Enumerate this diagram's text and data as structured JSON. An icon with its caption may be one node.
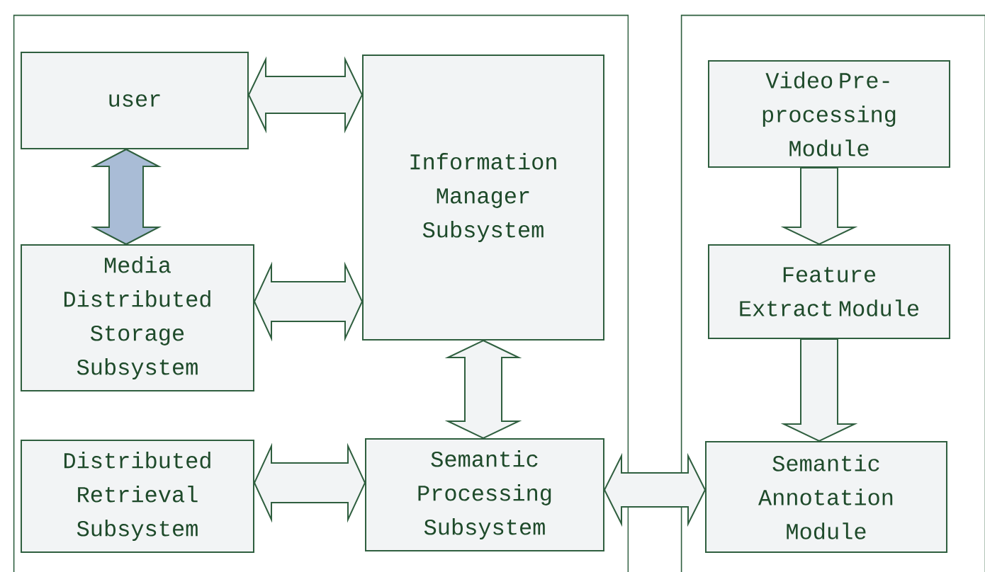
{
  "diagram": {
    "nodes": [
      {
        "text": [],
        "shape": "box"
      },
      {
        "text": [],
        "shape": "box"
      },
      {
        "text": [
          "user"
        ],
        "in": 0
      },
      {
        "text": [
          "Information Manager Subsystem"
        ],
        "in": 0
      },
      {
        "text": [
          "Media Distributed Storage Subsystem"
        ],
        "in": 0
      },
      {
        "text": [
          "Distributed Retrieval Subsystem"
        ],
        "in": 0
      },
      {
        "text": [
          "Semantic Processing Subsystem"
        ],
        "in": 0
      },
      {
        "text": [
          "Video Pre-processing Module"
        ],
        "in": 1
      },
      {
        "text": [
          "Feature Extract Module"
        ],
        "in": 1
      },
      {
        "text": [
          "Semantic Annotation Module"
        ],
        "in": 1
      }
    ],
    "edges": [
      {
        "from": 2,
        "to": 3,
        "arrow": "both"
      },
      {
        "from": 2,
        "to": 4,
        "arrow": "both",
        "color": "#a9bcd6"
      },
      {
        "from": 4,
        "to": 3,
        "arrow": "both"
      },
      {
        "from": 3,
        "to": 6,
        "arrow": "both"
      },
      {
        "from": 5,
        "to": 6,
        "arrow": "both"
      },
      {
        "from": 6,
        "to": 9,
        "arrow": "both"
      },
      {
        "from": 7,
        "to": 8,
        "arrow": "to"
      },
      {
        "from": 8,
        "to": 9,
        "arrow": "to"
      }
    ]
  }
}
